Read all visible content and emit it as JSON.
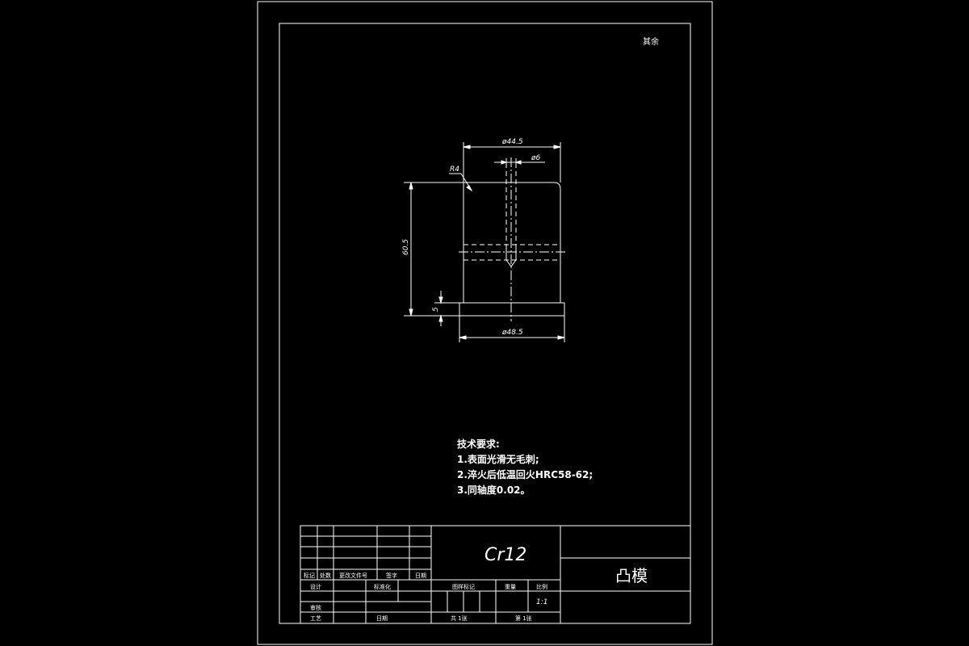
{
  "corner_mark": "其余",
  "dimensions": {
    "top_diameter": "ø44.5",
    "hole_diameter": "ø6",
    "fillet_radius": "R4",
    "height": "60.5",
    "flange_thickness": "5",
    "bottom_diameter": "ø48.5"
  },
  "technical_requirements": {
    "title": "技术要求:",
    "items": [
      "1.表面光滑无毛刺;",
      "2.淬火后低温回火HRC58-62;",
      "3.同轴度0.02。"
    ]
  },
  "title_block": {
    "material": "Cr12",
    "part_name": "凸模",
    "stage_mark_label": "图样标记",
    "weight_label": "重量",
    "scale_label": "比例",
    "scale_value": "1:1",
    "sheets_label": "共 1张",
    "sheet_no_label": "第 1张",
    "change_headers": [
      "标记",
      "处数",
      "更改文件号",
      "签字",
      "日期"
    ],
    "design_label": "设计",
    "standardize_label": "标准化",
    "review_label": "审核",
    "process_label": "工艺",
    "date_label": "日期"
  },
  "colors": {
    "background": "#000000",
    "line": "#ffffff"
  }
}
